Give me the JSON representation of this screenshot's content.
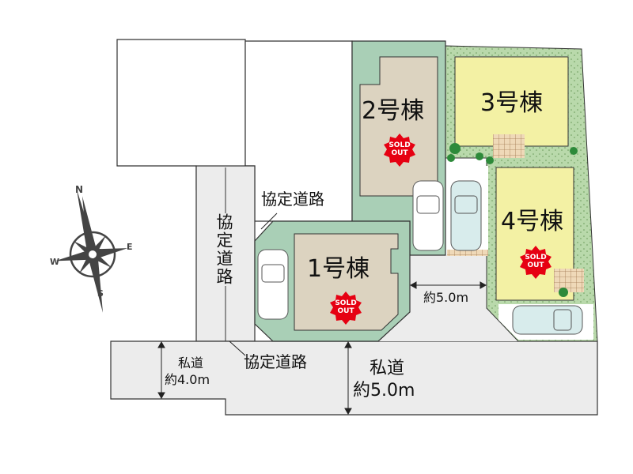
{
  "buildings": [
    {
      "label": "1号棟",
      "status": "SOLD OUT"
    },
    {
      "label": "2号棟",
      "status": "SOLD OUT"
    },
    {
      "label": "3号棟",
      "status": ""
    },
    {
      "label": "4号棟",
      "status": "SOLD OUT"
    }
  ],
  "sold_badge": {
    "line1": "SOLD",
    "line2": "OUT"
  },
  "roads": {
    "agreement_road_vertical": "協定道路",
    "agreement_road_top": "協定道路",
    "agreement_road_bottom": "協定道路",
    "private_road_left_name": "私道",
    "private_road_left_width": "約4.0m",
    "private_road_right_name": "私道",
    "private_road_right_width": "約5.0m",
    "driveway_width": "約5.0m"
  },
  "compass": {
    "n": "N",
    "e": "E",
    "s": "S",
    "w": "W"
  },
  "colors": {
    "lot_sold": "#a9cfb6",
    "building_sold": "#dcd3c0",
    "building_available": "#f3f1a4",
    "garden": "#b9d9ab",
    "road": "#ececec",
    "badge": "#e60012"
  }
}
